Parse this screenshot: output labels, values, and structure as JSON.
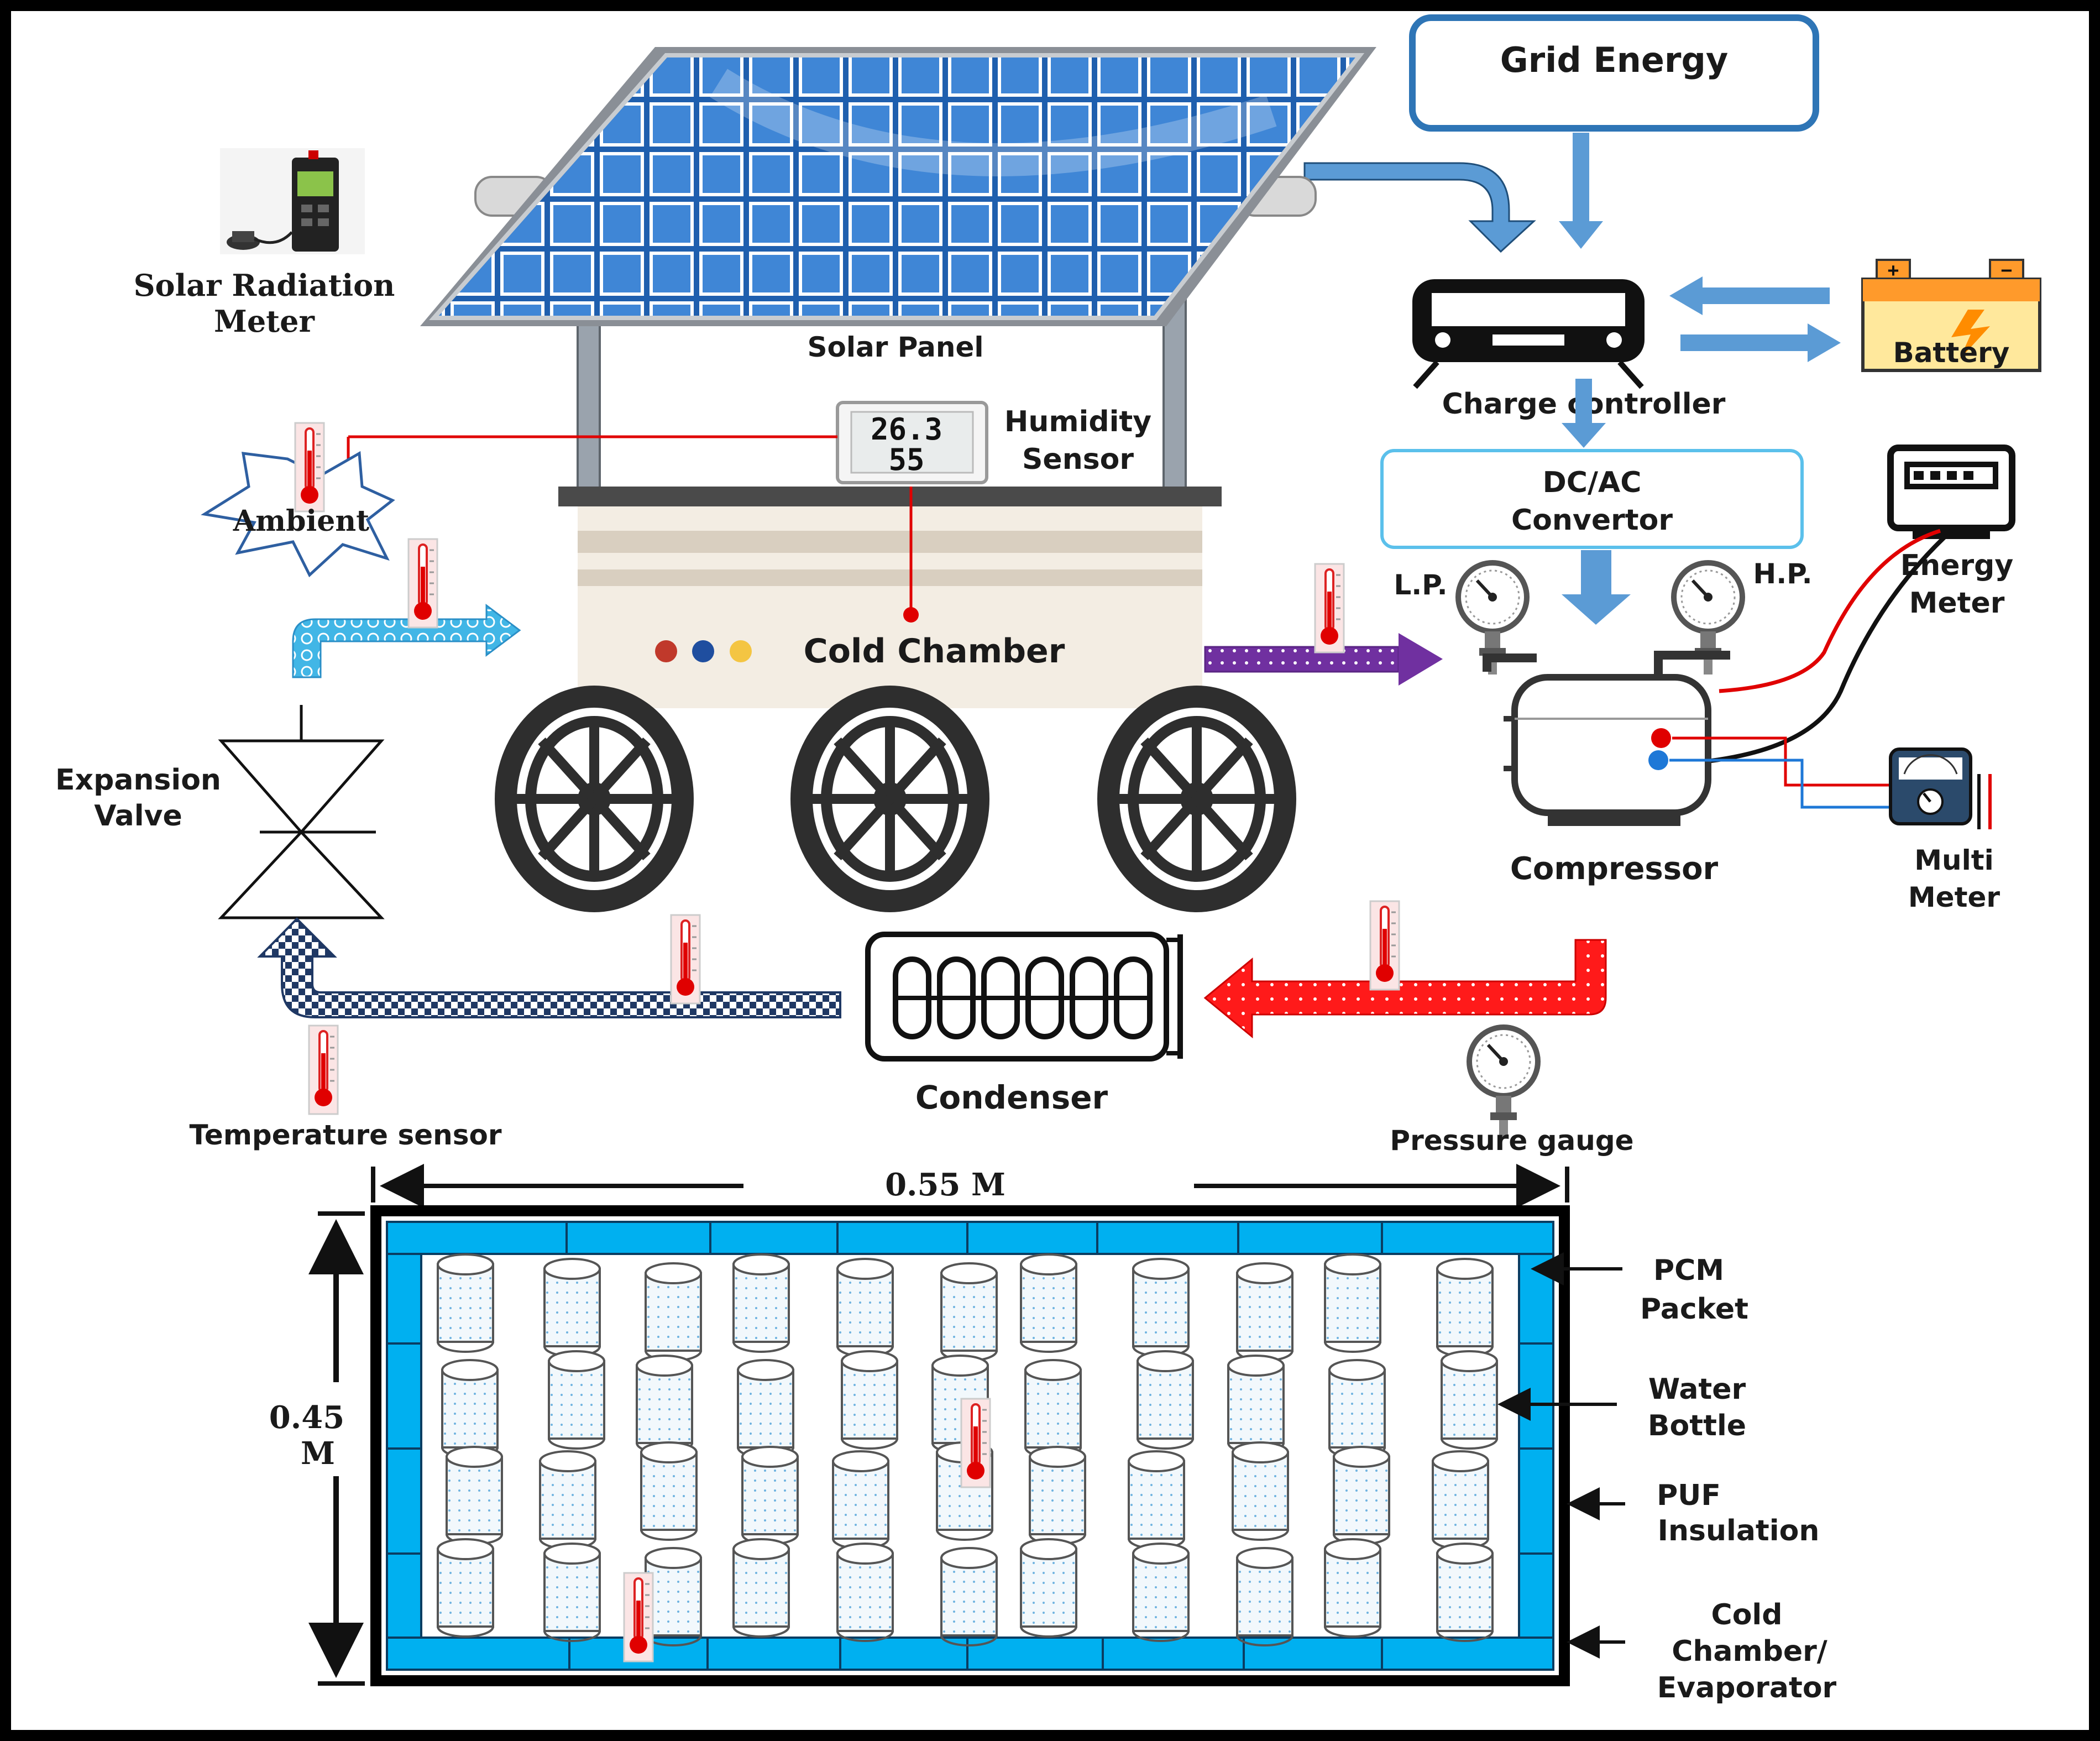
{
  "labels": {
    "grid_energy": "Grid Energy",
    "charge_controller": "Charge controller",
    "battery": "Battery",
    "solar_radiation_meter_line1": "Solar Radiation",
    "solar_radiation_meter_line2": "Meter",
    "solar_panel": "Solar Panel",
    "humidity_sensor_line1": "Humidity",
    "humidity_sensor_line2": "Sensor",
    "ambient": "Ambient",
    "dcac_line1": "DC/AC",
    "dcac_line2": "Convertor",
    "lp": "L.P.",
    "hp": "H.P.",
    "energy_meter_line1": "Energy",
    "energy_meter_line2": "Meter",
    "cold_chamber": "Cold Chamber",
    "expansion_valve_line1": "Expansion",
    "expansion_valve_line2": "Valve",
    "compressor": "Compressor",
    "multi_meter_line1": "Multi",
    "multi_meter_line2": "Meter",
    "condenser": "Condenser",
    "temperature_sensor": "Temperature sensor",
    "pressure_gauge": "Pressure gauge",
    "width_dim": "0.55 M",
    "height_dim_line1": "0.45",
    "height_dim_line2": "M",
    "pcm_line1": "PCM",
    "pcm_line2": "Packet",
    "water_line1": "Water",
    "water_line2": "Bottle",
    "puf_line1": "PUF",
    "puf_line2": "Insulation",
    "evap_line1": "Cold",
    "evap_line2": "Chamber/",
    "evap_line3": "Evaporator",
    "hygro_temp": "26.3",
    "hygro_hum": "55"
  },
  "colors": {
    "arrow_blue": "#5b9bd5",
    "box_blue": "#2e75b6",
    "pcm_blue": "#00b0f0",
    "solar_blue": "#2f6fb7",
    "hot_line": "#ff0000",
    "purple_arrow": "#7030a0",
    "navy_arrow": "#1f3864",
    "light_blue_arrow": "#41b6e6"
  }
}
